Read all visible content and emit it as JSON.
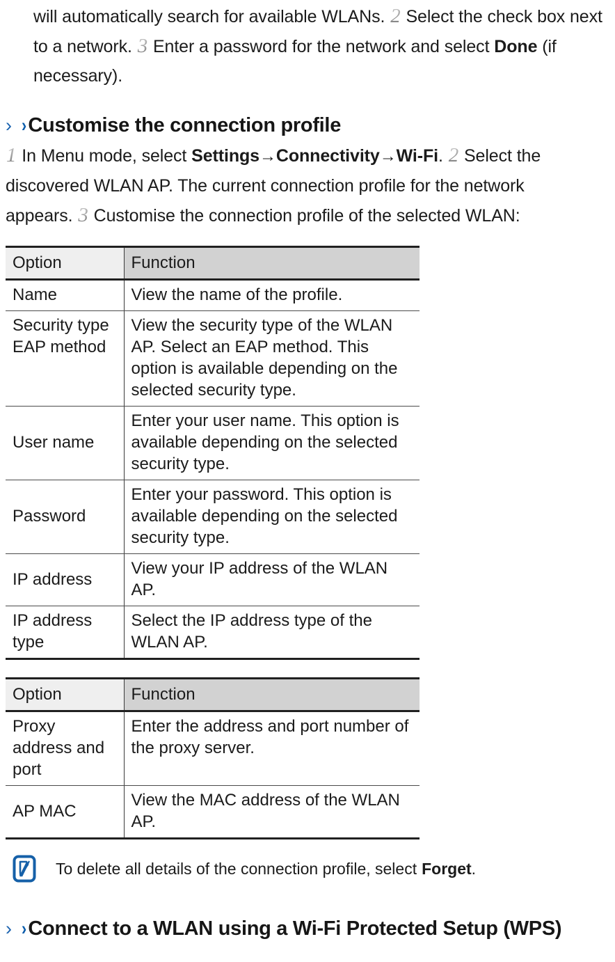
{
  "intro_paragraph": {
    "part1": "will automatically search for available WLANs.",
    "step2": "2",
    "part2": "Select the check box next to a network.",
    "step3": "3",
    "part3": "Enter a password for the network and select",
    "bold_term": "Done",
    "part4": "(if necessary)."
  },
  "headings": {
    "customise_profile": "Customise the connection profile",
    "wps": "Connect to a WLAN using a Wi-Fi Protected Setup (WPS)",
    "chevron_outer": "›",
    "chevron_inner": "›"
  },
  "steps_paragraph": {
    "step1": "1",
    "s1_pre": "In Menu mode, select",
    "s1_menu1": "Settings",
    "arrow": "→",
    "s1_menu2": "Connectivity",
    "s1_menu3": "Wi-Fi",
    "s1_post": ".",
    "step2": "2",
    "s2_text": "Select the discovered WLAN AP. The current connection profile for the network appears.",
    "step3": "3",
    "s3_text": "Customise the connection profile of the selected WLAN:"
  },
  "table1": {
    "headers": [
      "Option",
      "Function"
    ],
    "rows": [
      {
        "option": "Name",
        "function": "View the name of the profile.",
        "align": "top"
      },
      {
        "option": "Security type EAP method",
        "function": "View the security type of the WLAN AP. Select an EAP method. This option is available depending on the selected security type.",
        "align": "top"
      },
      {
        "option": "User name",
        "function": "Enter your user name. This option is available depending on the selected security type.",
        "align": "middle"
      },
      {
        "option": "Password",
        "function": "Enter your password. This option is available depending on the selected security type.",
        "align": "middle"
      },
      {
        "option": "IP address",
        "function": "View your IP address of the WLAN AP.",
        "align": "middle"
      },
      {
        "option": "IP address type",
        "function": "Select the IP address type of the WLAN AP.",
        "align": "top"
      }
    ]
  },
  "table2": {
    "headers": [
      "Option",
      "Function"
    ],
    "rows": [
      {
        "option": "Proxy address and port",
        "function": "Enter the address and port number of the proxy server.",
        "align": "middle"
      },
      {
        "option": "AP MAC",
        "function": "View the MAC address of the WLAN AP.",
        "align": "middle"
      }
    ]
  },
  "note": {
    "icon": "note-pen-icon",
    "text_pre": "To delete all details of the connection profile, select",
    "bold_term": "Forget",
    "text_post": "."
  },
  "colors": {
    "accent_blue": "#0a5cab",
    "header_light": "#efefef",
    "header_dark": "#d2d2d2",
    "text": "#1b1b1b",
    "rule": "#202020"
  }
}
